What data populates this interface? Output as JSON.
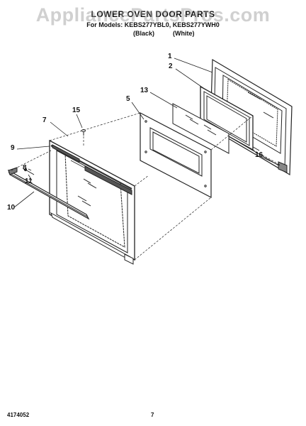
{
  "header": {
    "title": "LOWER OVEN DOOR PARTS",
    "models": "For Models: KEBS277YBL0, KEBS277YWH0",
    "color_black": "(Black)",
    "color_white": "(White)"
  },
  "watermark": "AppliancePartsPros.com",
  "callouts": [
    "1",
    "2",
    "5",
    "13",
    "7",
    "15",
    "9",
    "8",
    "11",
    "10",
    "16"
  ],
  "footer": {
    "doc_number": "4174052",
    "page_number": "7"
  }
}
